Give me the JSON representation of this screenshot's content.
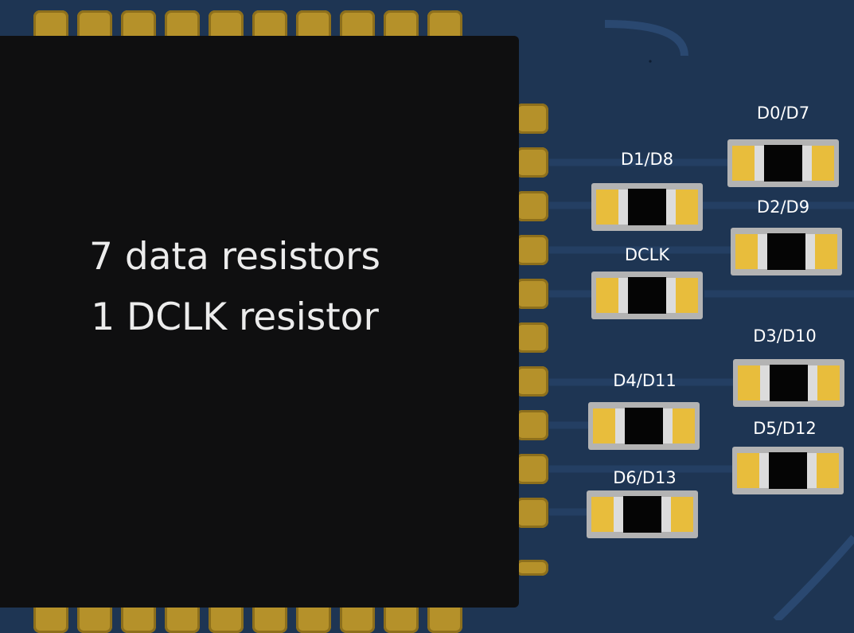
{
  "caption": {
    "line1": "7 data resistors",
    "line2": "1 DCLK resistor"
  },
  "resistors": [
    {
      "label": "D0/D7"
    },
    {
      "label": "D1/D8"
    },
    {
      "label": "D2/D9"
    },
    {
      "label": "DCLK"
    },
    {
      "label": "D3/D10"
    },
    {
      "label": "D4/D11"
    },
    {
      "label": "D5/D12"
    },
    {
      "label": "D6/D13"
    }
  ],
  "colors": {
    "board": "#1e3553",
    "chip": "#0f0f10",
    "pad": "#b5912a",
    "resistor_end": "#e8bd3c",
    "resistor_body": "#050505"
  }
}
